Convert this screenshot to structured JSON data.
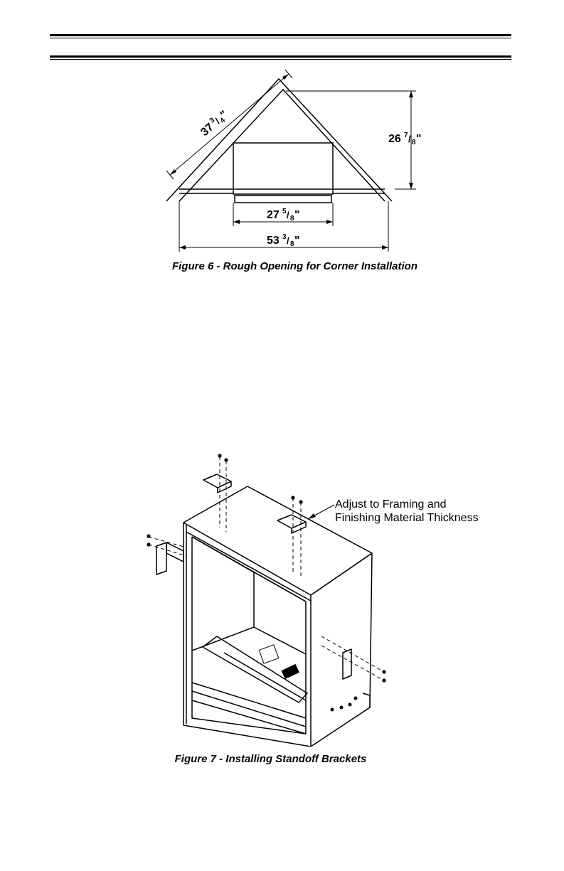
{
  "figure6": {
    "caption": "Figure 6 - Rough Opening for Corner Installation",
    "dims": {
      "diagonal": {
        "whole": "37",
        "num": "3",
        "den": "4"
      },
      "height": {
        "whole": "26",
        "num": "7",
        "den": "8"
      },
      "inner_width": {
        "whole": "27",
        "num": "5",
        "den": "8"
      },
      "outer_width": {
        "whole": "53",
        "num": "3",
        "den": "8"
      }
    }
  },
  "figure7": {
    "caption": "Figure 7 - Installing Standoff Brackets",
    "callout_line1": "Adjust to Framing and",
    "callout_line2": "Finishing Material Thickness"
  }
}
